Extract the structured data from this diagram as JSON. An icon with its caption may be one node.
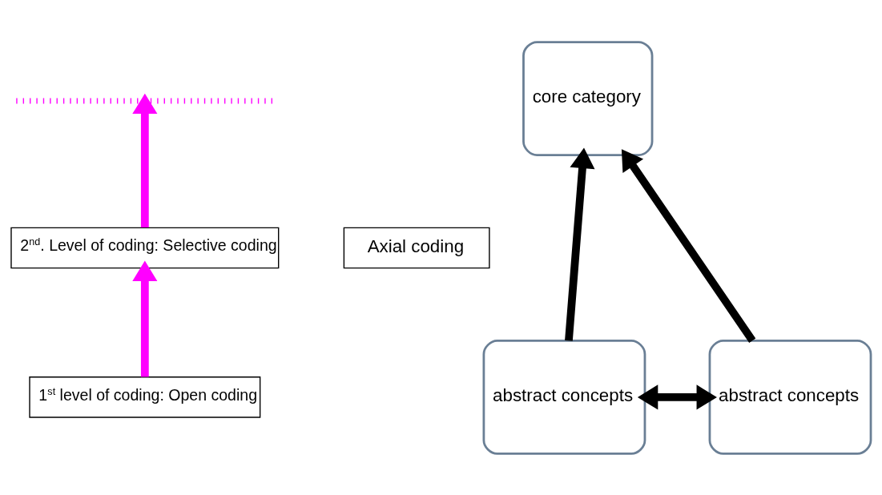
{
  "diagram": {
    "nodes": [
      {
        "text": [],
        "shape": "line"
      },
      {
        "text": [
          "core category"
        ]
      },
      {
        "text": [
          "2$^{nd}$. Level of coding: Selective coding"
        ]
      },
      {
        "text": [
          "Axial coding"
        ]
      },
      {
        "text": [
          "1$^{st}$ level of coding: Open coding"
        ]
      },
      {
        "text": [
          "abstract concepts"
        ]
      },
      {
        "text": [
          "abstract concepts"
        ]
      }
    ],
    "edges": [
      {
        "from": 4,
        "to": 2,
        "arrow": "to",
        "color": "#ff00ff"
      },
      {
        "from": 2,
        "to": 0,
        "arrow": "to",
        "color": "#ff00ff"
      },
      {
        "from": 5,
        "to": 1,
        "arrow": "to"
      },
      {
        "from": 6,
        "to": 1,
        "arrow": "to"
      },
      {
        "from": 5,
        "to": 6,
        "arrow": "both"
      }
    ]
  }
}
